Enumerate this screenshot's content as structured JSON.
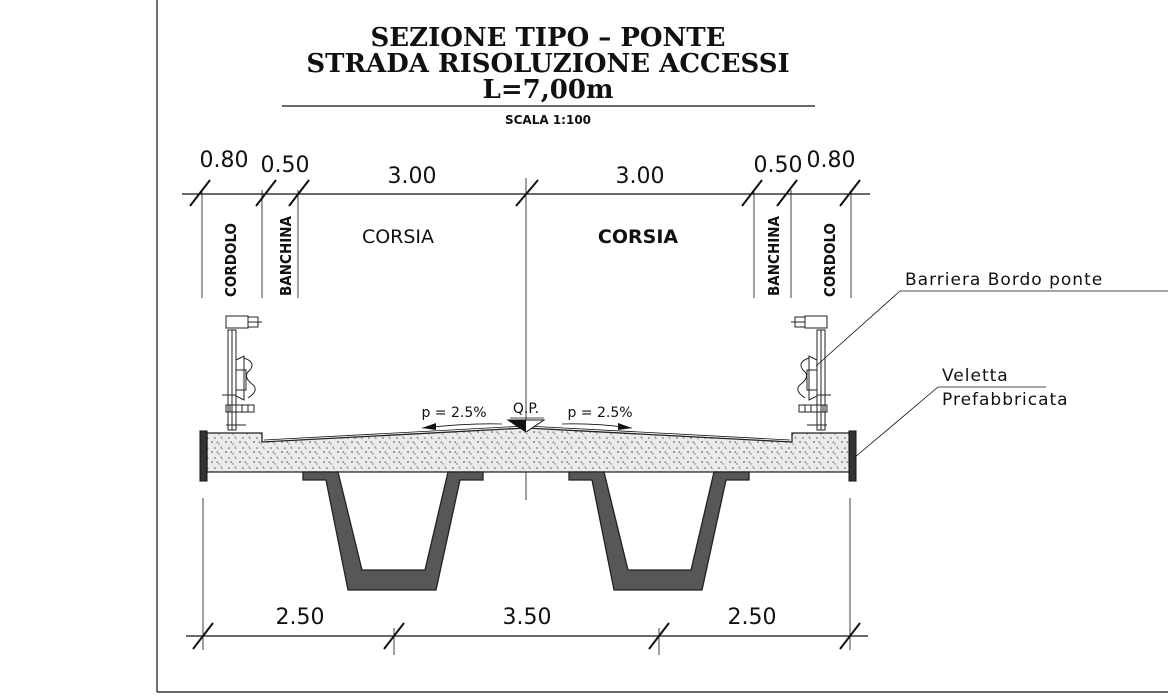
{
  "drawing": {
    "title_line1": "SEZIONE TIPO – PONTE",
    "title_line2": "STRADA RISOLUZIONE ACCESSI",
    "title_line3": "L=7,00m",
    "scale": "SCALA 1:100"
  },
  "top_dimensions": {
    "cordolo_left": "0.80",
    "banchina_left": "0.50",
    "corsia_left": "3.00",
    "corsia_right": "3.00",
    "banchina_right": "0.50",
    "cordolo_right": "0.80"
  },
  "zones": {
    "cordolo_left": "CORDOLO",
    "banchina_left": "BANCHINA",
    "corsia_left": "CORSIA",
    "corsia_right": "CORSIA",
    "banchina_right": "BANCHINA",
    "cordolo_right": "CORDOLO"
  },
  "slopes": {
    "left": "p = 2.5%",
    "center": "Q.P.",
    "right": "p = 2.5%"
  },
  "callouts": {
    "barrier": "Barriera Bordo ponte",
    "veletta_line1": "Veletta",
    "veletta_line2": "Prefabbricata"
  },
  "bottom_dimensions": {
    "left": "2.50",
    "center": "3.50",
    "right": "2.50"
  },
  "colors": {
    "line": "#111111",
    "concrete_fill": "#e9e9e9",
    "beam_fill": "#555555",
    "background": "#ffffff"
  }
}
